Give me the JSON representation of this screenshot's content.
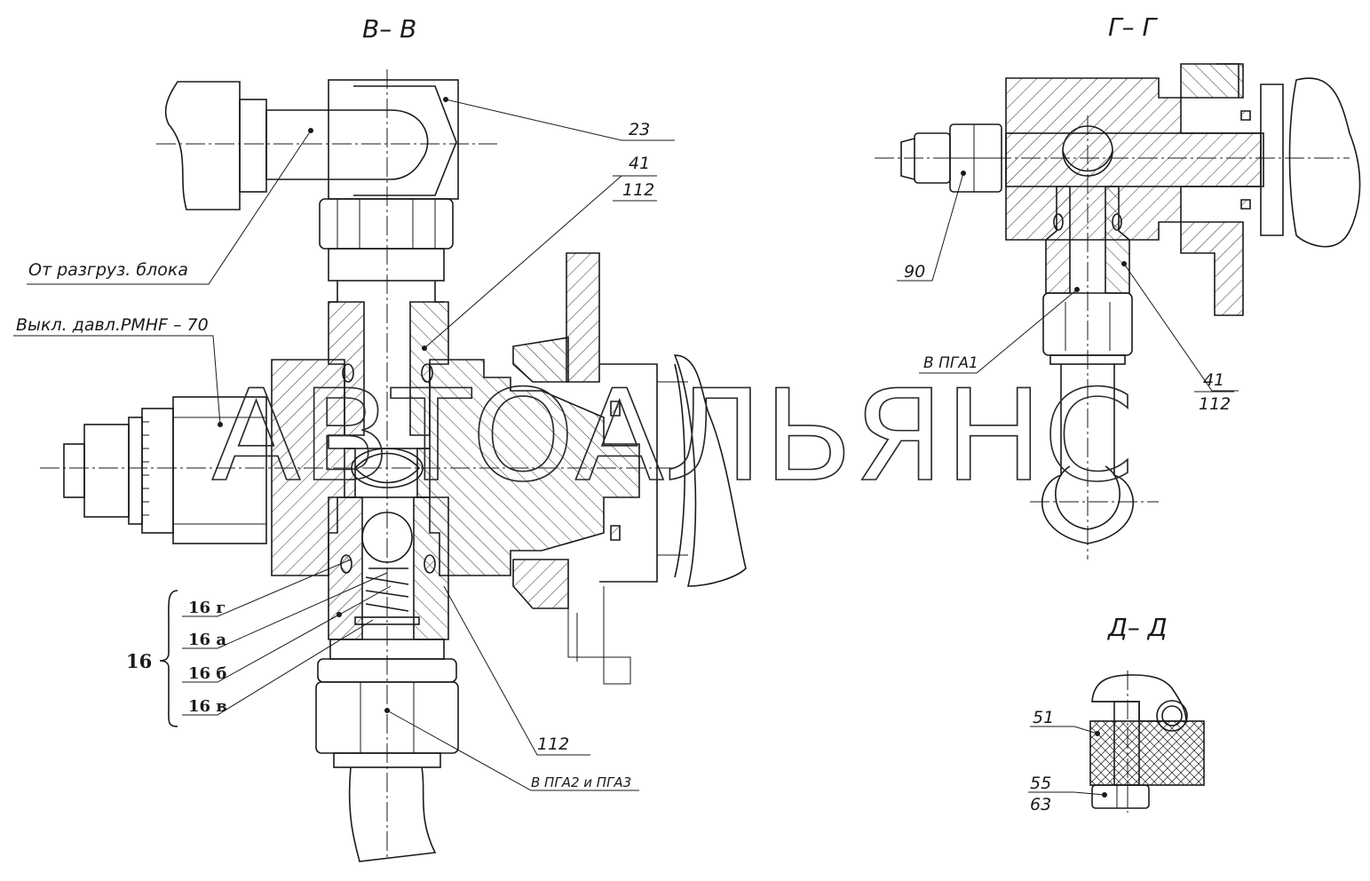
{
  "sections": {
    "vv": "В– В",
    "gg": "Г– Г",
    "dd": "Д– Д"
  },
  "callouts": {
    "c23": "23",
    "c41a": "41",
    "c112a": "112",
    "from_unload_block": "От  разгруз. блока",
    "pressure_switch": "Выкл. давл.PMHF – 70",
    "c16": "16",
    "c16g": "16 г",
    "c16a": "16 а",
    "c16b": "16 б",
    "c16v": "16 в",
    "c112b": "112",
    "to_pga23": "В  ПГА2  и  ПГА3",
    "c90": "90",
    "to_pga1": "В  ПГА1",
    "c41b": "41",
    "c112c": "112",
    "c51": "51",
    "c55": "55",
    "c63": "63"
  },
  "watermark": "АВТОАЛЬЯНС"
}
